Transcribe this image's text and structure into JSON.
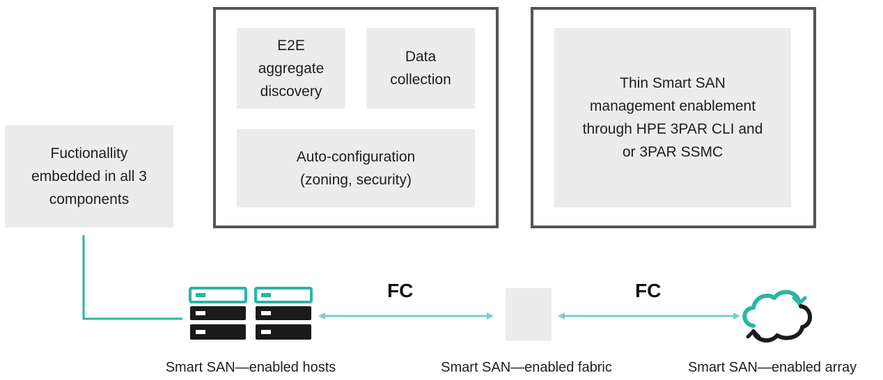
{
  "sidebar_note": {
    "text": "Fuctionallity embedded in all 3 components"
  },
  "software_box": {
    "e2e": "E2E aggregate discovery",
    "data_collection": "Data collection",
    "auto_config_line1": "Auto-configuration",
    "auto_config_line2": "(zoning, security)"
  },
  "management_box": {
    "text": "Thin Smart SAN management enablement through HPE 3PAR CLI and or 3PAR SSMC"
  },
  "links": {
    "left_label": "FC",
    "right_label": "FC"
  },
  "captions": {
    "hosts": "Smart SAN—enabled hosts",
    "fabric": "Smart SAN—enabled fabric",
    "array": "Smart SAN—enabled array"
  },
  "colors": {
    "accent": "#2ab5a5",
    "arrow": "#7cccd4",
    "box_border": "#555555",
    "panel": "#ececec"
  },
  "icons": {
    "hosts": "server-rack-icon",
    "fabric": "switch-placeholder-icon",
    "array": "cloud-sync-icon"
  }
}
